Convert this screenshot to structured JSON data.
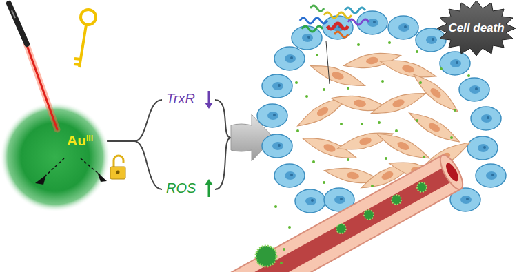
{
  "diagram": {
    "nodes": [
      {
        "text": [
          "Au",
          "III"
        ]
      },
      {
        "text": [
          "Cell death"
        ]
      }
    ],
    "labels": [
      "TrxR",
      "ROS"
    ]
  }
}
